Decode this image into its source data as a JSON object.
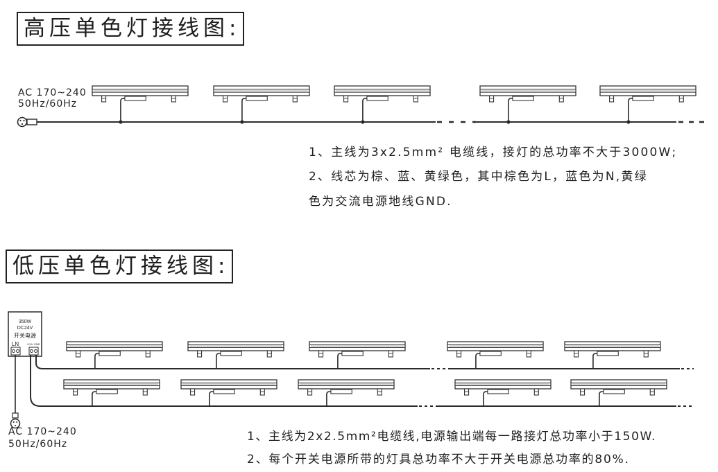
{
  "hv": {
    "title": "高压单色灯接线图:",
    "source_line1": "AC 170~240",
    "source_line2": "50Hz/60Hz",
    "notes": [
      "1、主线为3x2.5mm² 电缆线，接灯的总功率不大于3000W;",
      "2、线芯为棕、蓝、黄绿色，其中棕色为L，蓝色为N,黄绿",
      "色为交流电源地线GND."
    ]
  },
  "lv": {
    "title": "低压单色灯接线图:",
    "psu": {
      "power": "350W",
      "voltage": "DC24V",
      "name": "开关电源",
      "terminal_ln": "LN",
      "terminal_out": "+24V GND"
    },
    "source_line1": "AC 170~240",
    "source_line2": "50Hz/60Hz",
    "notes": [
      "1、主线为2x2.5mm²电缆线,电源输出端每一路接灯总功率小于150W.",
      "2、每个开关电源所带的灯具总功率不大于开关电源总功率的80%."
    ]
  },
  "colors": {
    "line": "#2a2a2a",
    "fixture": "#333333"
  }
}
